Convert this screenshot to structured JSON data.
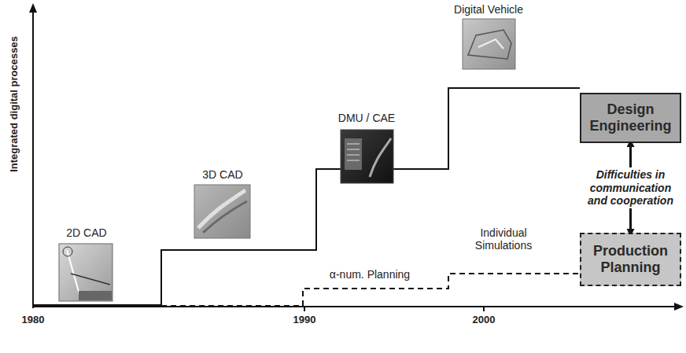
{
  "diagram": {
    "nodes": [
      {
        "text": [
          "Design Engineering"
        ]
      },
      {
        "text": [
          "Production Planning"
        ]
      }
    ],
    "edges": [
      {
        "from": 1,
        "to": 0,
        "arrow": "both",
        "label": "Difficulties in communication and cooperation"
      }
    ],
    "labels": [
      "Integrated digital processes",
      "2D CAD",
      "3D CAD",
      "DMU / CAE",
      "Digital Vehicle",
      "α-num. Planning",
      "Individual Simulations",
      "1980",
      "1990",
      "2000"
    ]
  }
}
